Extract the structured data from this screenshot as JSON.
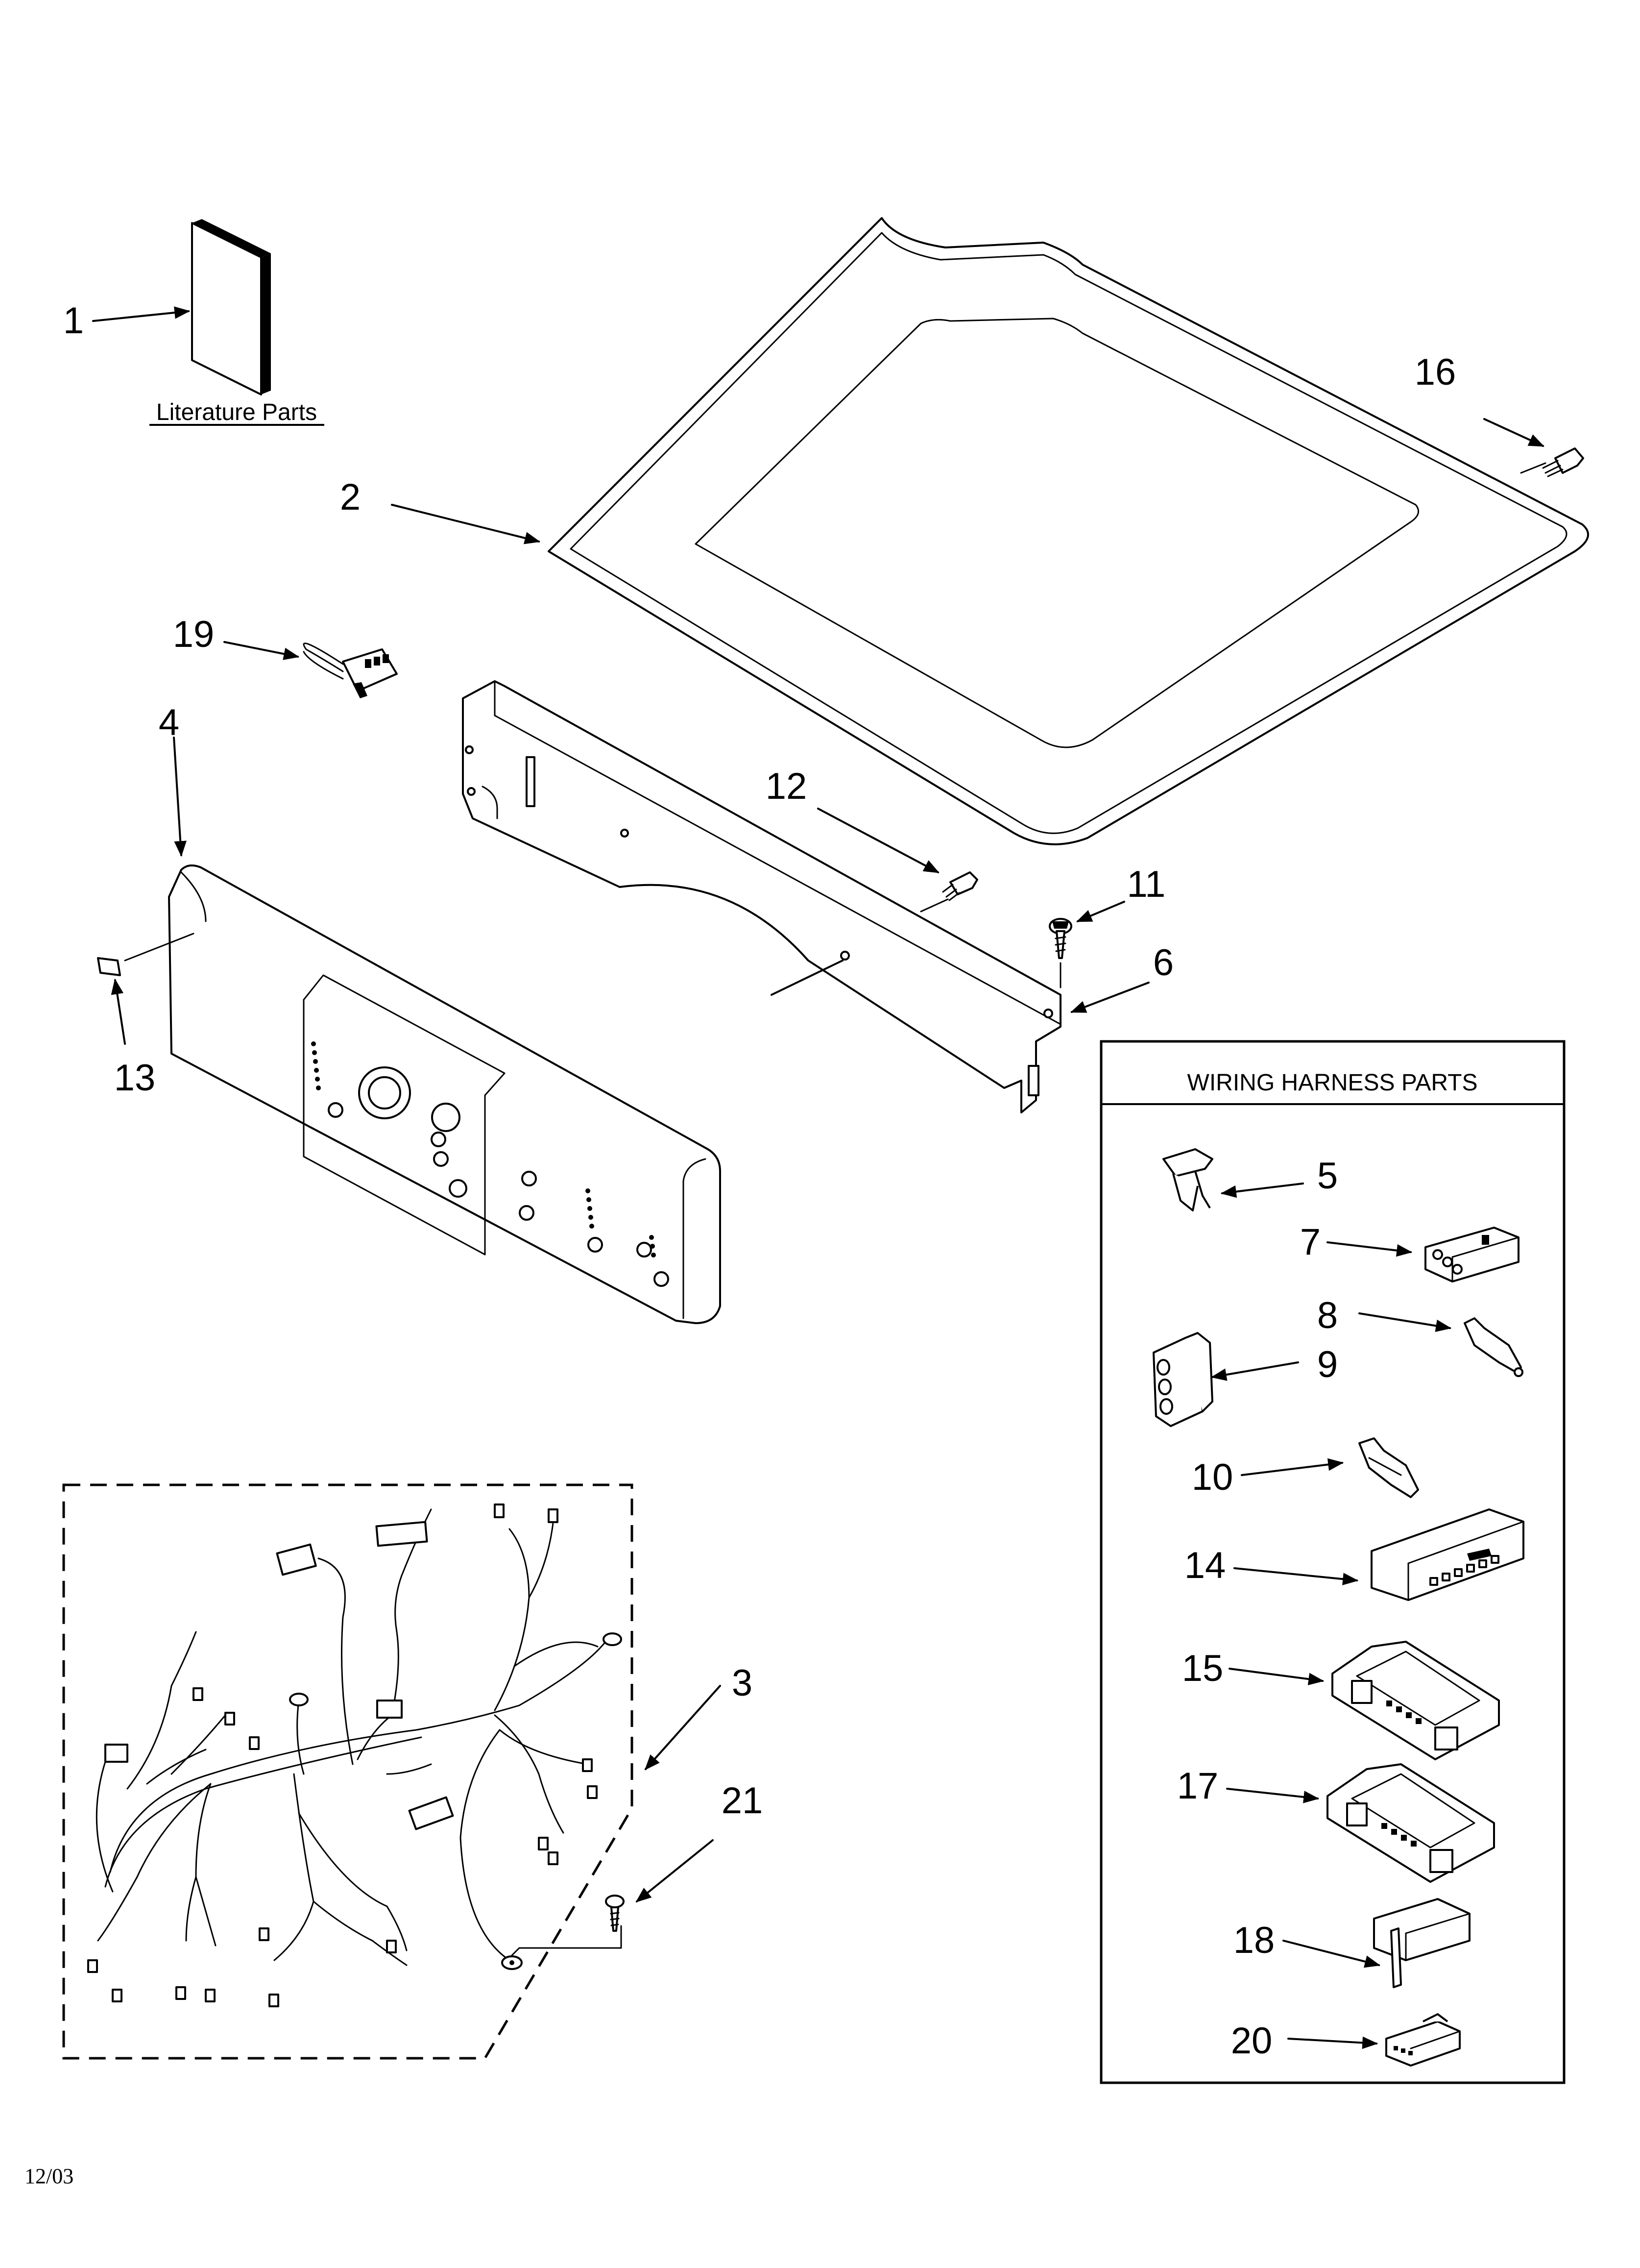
{
  "diagram": {
    "literature_caption": "Literature Parts",
    "wiring_box_title": "WIRING HARNESS PARTS",
    "date_code": "12/03"
  },
  "callouts": [
    {
      "id": "c1",
      "label": "1"
    },
    {
      "id": "c2",
      "label": "2"
    },
    {
      "id": "c3",
      "label": "3"
    },
    {
      "id": "c4",
      "label": "4"
    },
    {
      "id": "c5",
      "label": "5"
    },
    {
      "id": "c6",
      "label": "6"
    },
    {
      "id": "c7",
      "label": "7"
    },
    {
      "id": "c8",
      "label": "8"
    },
    {
      "id": "c9",
      "label": "9"
    },
    {
      "id": "c10",
      "label": "10"
    },
    {
      "id": "c11",
      "label": "11"
    },
    {
      "id": "c12",
      "label": "12"
    },
    {
      "id": "c13",
      "label": "13"
    },
    {
      "id": "c14",
      "label": "14"
    },
    {
      "id": "c15",
      "label": "15"
    },
    {
      "id": "c16",
      "label": "16"
    },
    {
      "id": "c17",
      "label": "17"
    },
    {
      "id": "c18",
      "label": "18"
    },
    {
      "id": "c19",
      "label": "19"
    },
    {
      "id": "c20",
      "label": "20"
    },
    {
      "id": "c21",
      "label": "21"
    }
  ]
}
